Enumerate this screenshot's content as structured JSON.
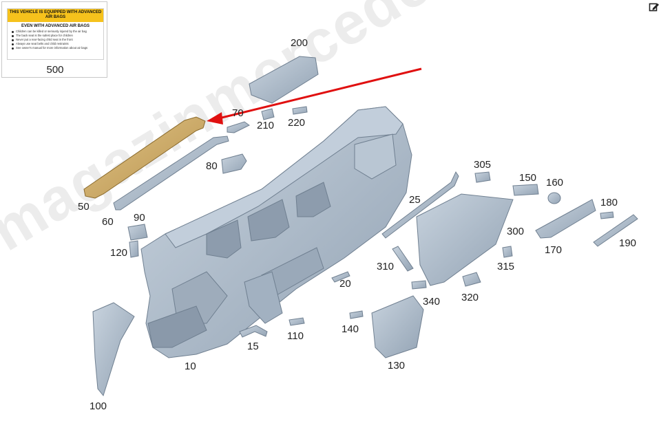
{
  "warning_label": {
    "header": "THIS VEHICLE IS EQUIPPED WITH ADVANCED AIR BAGS",
    "subheader": "EVEN WITH ADVANCED AIR BAGS",
    "bullets": [
      "Children can be killed or seriously injured by the air bag",
      "The back seat is the safest place for children",
      "Never put a rear-facing child seat in the front",
      "Always use seat belts and child restraints",
      "See owner's manual for more information about air bags"
    ],
    "part_number": "500"
  },
  "callouts": {
    "p10": "10",
    "p15": "15",
    "p20": "20",
    "p25": "25",
    "p50": "50",
    "p60": "60",
    "p70": "70",
    "p80": "80",
    "p90": "90",
    "p100": "100",
    "p110": "110",
    "p120": "120",
    "p130": "130",
    "p140": "140",
    "p150": "150",
    "p160": "160",
    "p170": "170",
    "p180": "180",
    "p190": "190",
    "p200": "200",
    "p210": "210",
    "p220": "220",
    "p300": "300",
    "p305": "305",
    "p310": "310",
    "p315": "315",
    "p320": "320",
    "p340": "340"
  },
  "watermark": "magazinmercedes.ru",
  "colors": {
    "part_fill": "#aebccb",
    "part_stroke": "#6f7f90",
    "highlight_fill": "#c9a865",
    "arrow": "#e01010"
  },
  "icons": {
    "edit": "edit-icon"
  }
}
